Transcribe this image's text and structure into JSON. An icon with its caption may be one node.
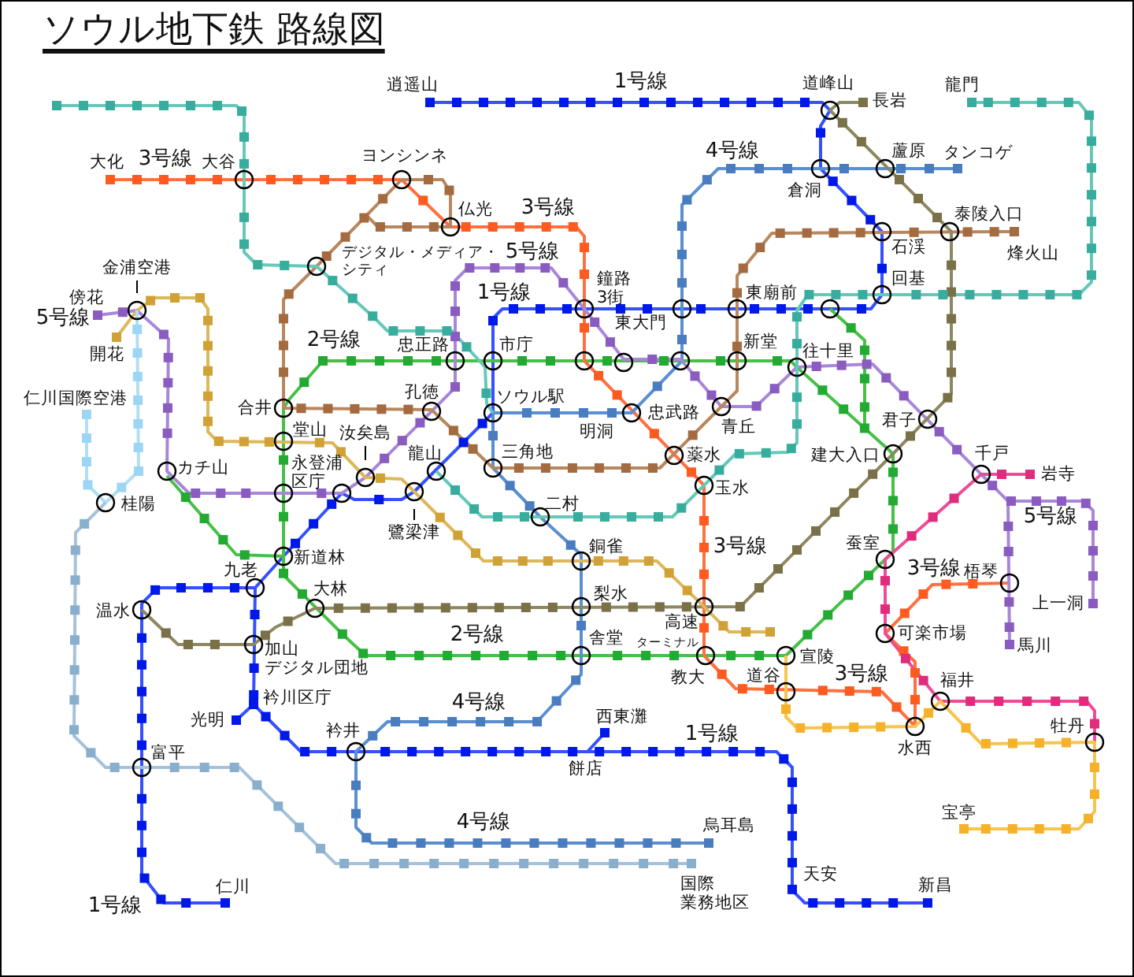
{
  "diagram": {
    "title": "ソウル地下鉄 路線図",
    "nodes": [
      {
        "text": [
          "金浦空港"
        ]
      },
      {
        "text": [
          "汝矣島"
        ]
      },
      {
        "text": [
          "鷺梁津"
        ]
      }
    ],
    "edges": [
      {
        "from": 0,
        "to": null,
        "arrow": "none"
      },
      {
        "from": 1,
        "to": null,
        "arrow": "none"
      },
      {
        "from": 2,
        "to": null,
        "arrow": "none"
      }
    ],
    "labels": [
      "逍遥山",
      "1号線",
      "道峰山",
      "龍門",
      "長岩",
      "大化",
      "3号線",
      "大谷",
      "ヨンシンネ",
      "4号線",
      "蘆原",
      "タンコゲ",
      "倉洞",
      "仏光",
      "3号線",
      "泰陵入口",
      "5号線",
      "デジタル・メディア・シティ",
      "石渓",
      "烽火山",
      "鐘路3街",
      "回基",
      "1号線",
      "東廟前",
      "傍花",
      "5号線",
      "東大門",
      "2号線",
      "忠正路",
      "市庁",
      "新堂",
      "往十里",
      "開花",
      "孔徳",
      "仁川国際空港",
      "ソウル駅",
      "合井",
      "忠武路",
      "君子",
      "青丘",
      "堂山",
      "明洞",
      "三角地",
      "龍山",
      "薬水",
      "建大入口",
      "千戸",
      "永登浦区庁",
      "カチ山",
      "岩寺",
      "玉水",
      "桂陽",
      "二村",
      "5号線",
      "蚕室",
      "銅雀",
      "3号線",
      "新道林",
      "3号線",
      "梧琴",
      "九老",
      "大林",
      "梨水",
      "上一洞",
      "温水",
      "高速ターミナル",
      "可楽市場",
      "2号線",
      "舎堂",
      "馬川",
      "加山デジタル団地",
      "宣陵",
      "教大",
      "道谷",
      "3号線",
      "福井",
      "衿川区庁",
      "4号線",
      "西東灘",
      "光明",
      "牡丹",
      "衿井",
      "1号線",
      "水西",
      "富平",
      "餅店",
      "宝亭",
      "4号線",
      "烏耳島",
      "天安",
      "国際業務地区",
      "新昌",
      "仁川",
      "1号線"
    ]
  }
}
